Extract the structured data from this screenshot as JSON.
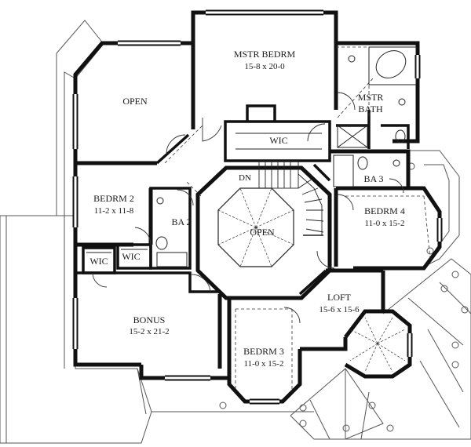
{
  "rooms": {
    "master": {
      "name": "MSTR BEDRM",
      "dims": "15-8 x 20-0"
    },
    "master_bath": {
      "name_line1": "MSTR",
      "name_line2": "BATH"
    },
    "open_left": {
      "name": "OPEN"
    },
    "wic_master": {
      "name": "WIC"
    },
    "dn": {
      "name": "DN"
    },
    "bedrm2": {
      "name": "BEDRM 2",
      "dims": "11-2 x 11-8"
    },
    "ba2": {
      "name": "BA 2"
    },
    "open_center": {
      "name": "OPEN"
    },
    "ba3": {
      "name": "BA 3"
    },
    "bedrm4": {
      "name": "BEDRM 4",
      "dims": "11-0 x 15-2"
    },
    "wic_a": {
      "name": "WIC"
    },
    "wic_b": {
      "name": "WIC"
    },
    "bonus": {
      "name": "BONUS",
      "dims": "15-2 x 21-2"
    },
    "loft": {
      "name": "LOFT",
      "dims": "15-6 x 15-6"
    },
    "bedrm3": {
      "name": "BEDRM 3",
      "dims": "11-0 x 15-2"
    }
  },
  "colors": {
    "wall": "#111111",
    "thin": "#333333",
    "roof": "#555555"
  }
}
